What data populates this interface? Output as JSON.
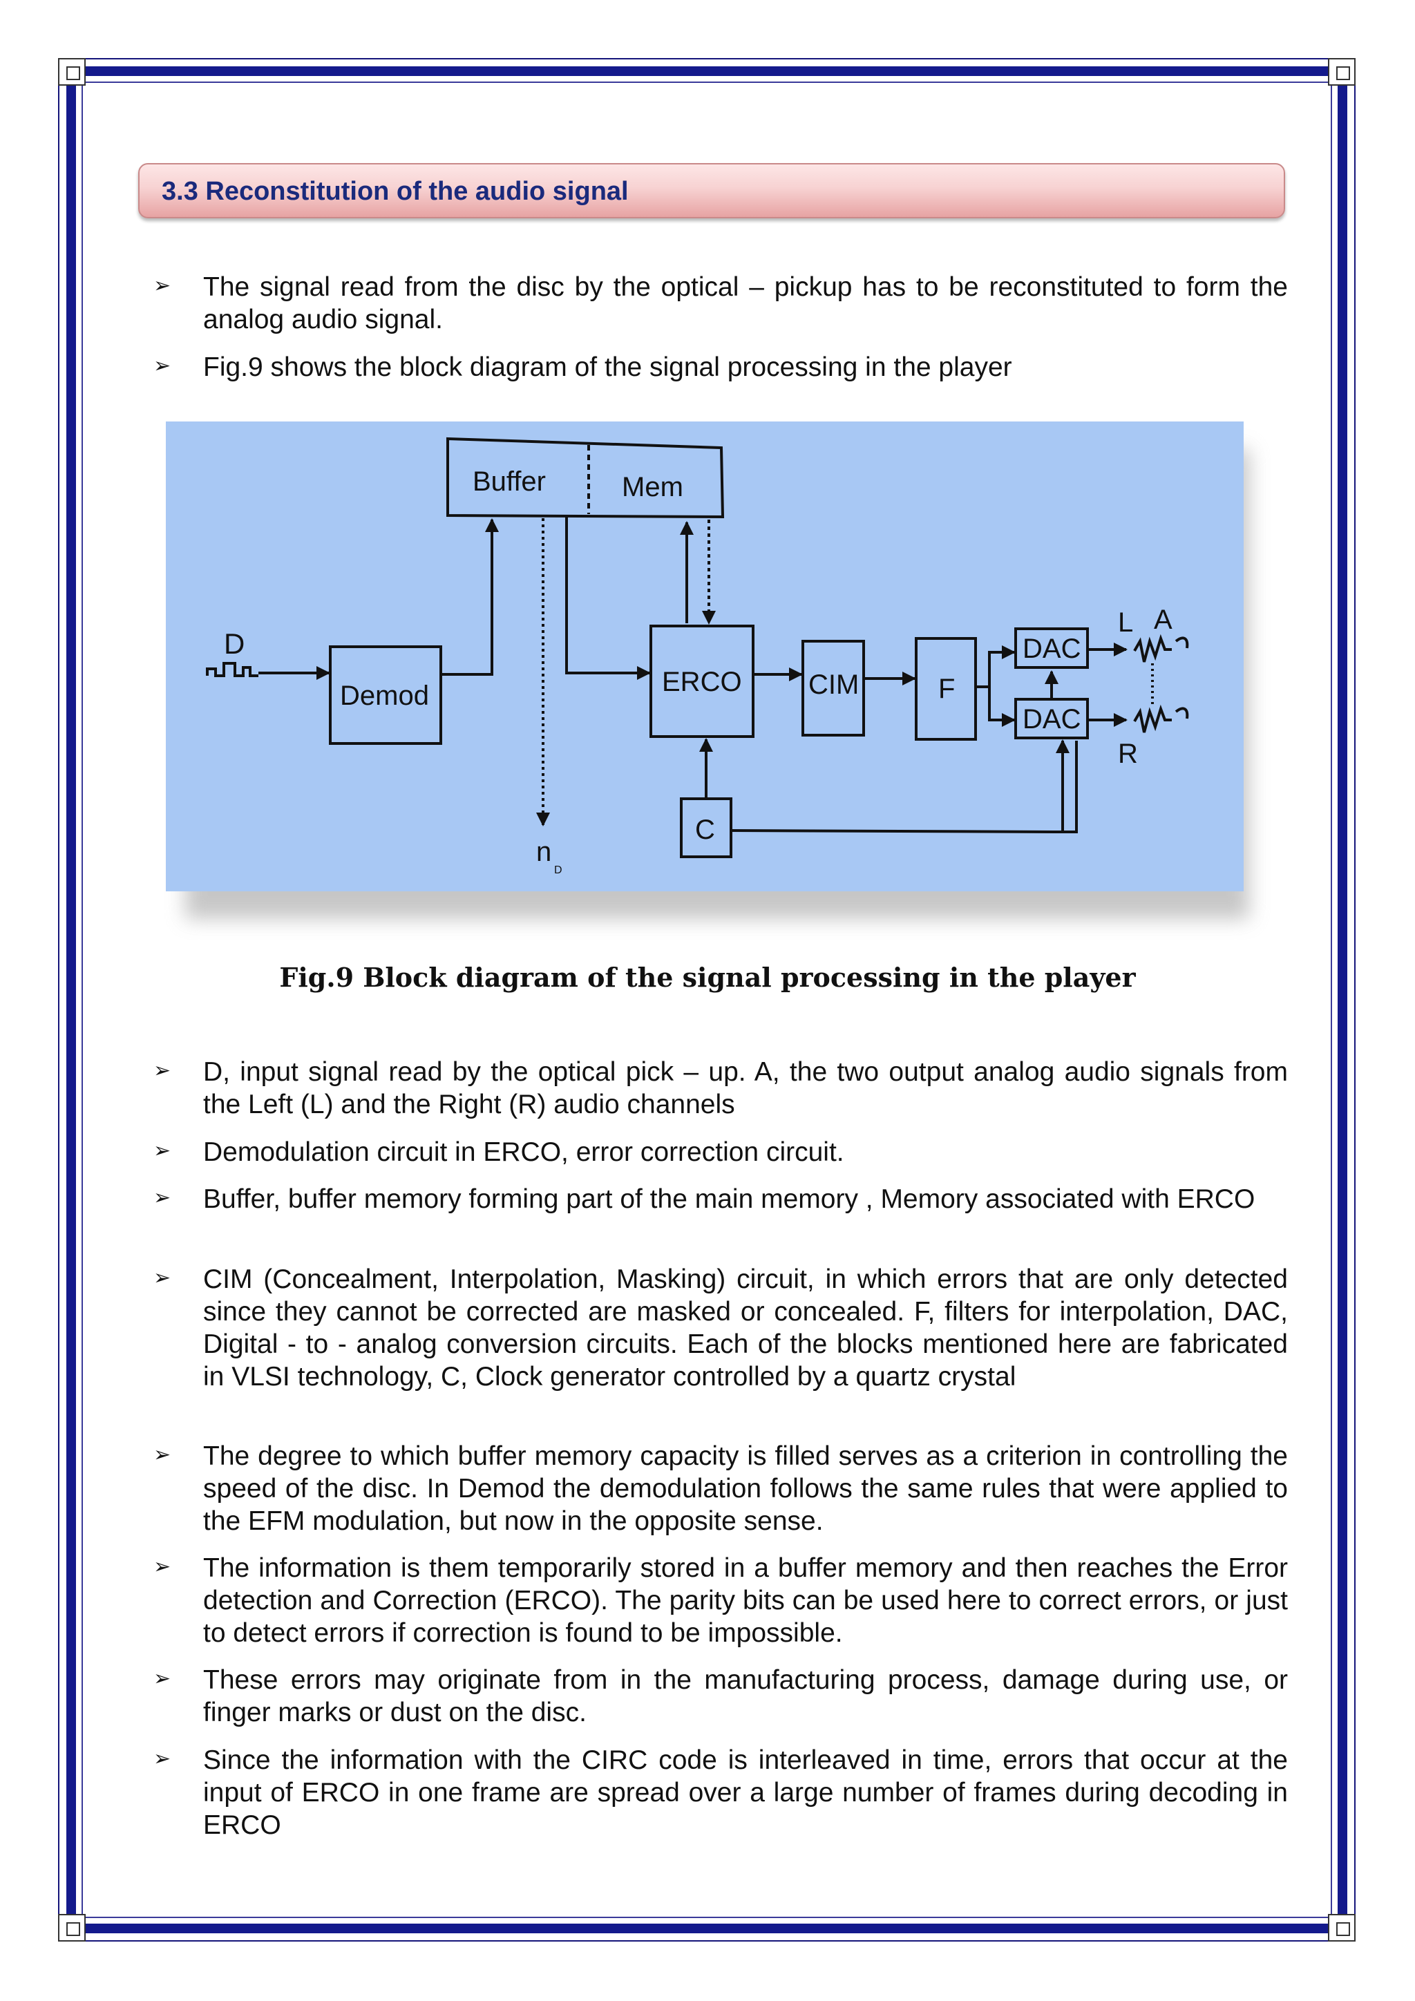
{
  "heading": "3.3 Reconstitution of the audio signal",
  "bullets_top": [
    "The signal read from the disc by the optical – pickup has to be reconstituted to form the analog audio signal.",
    "Fig.9  shows the block diagram of the signal processing in the player"
  ],
  "diagram": {
    "background": "#a8c8f4",
    "labels": {
      "buffer": "Buffer",
      "mem": "Mem",
      "d": "D",
      "demod": "Demod",
      "erco": "ERCO",
      "cim": "CIM",
      "f": "F",
      "dac_top": "DAC",
      "dac_bottom": "DAC",
      "l": "L",
      "a": "A",
      "r": "R",
      "c": "C",
      "n": "n",
      "n_sub": "D"
    }
  },
  "caption": "Fig.9 Block diagram of the signal processing in the player",
  "bullets_bottom": [
    "D, input signal read by the optical pick – up. A, the two output analog audio signals from the Left (L) and the Right (R) audio channels",
    "Demodulation circuit in ERCO, error correction circuit.",
    "Buffer, buffer memory forming part of the main memory , Memory associated with ERCO",
    "CIM (Concealment, Interpolation, Masking) circuit, in which errors that are only detected since they cannot be corrected are masked or concealed. F, filters for interpolation, DAC, Digital - to - analog conversion circuits. Each of the blocks mentioned here are fabricated in VLSI technology, C, Clock generator controlled by a quartz crystal",
    "The degree to which buffer memory capacity is filled serves as a criterion in controlling the speed of the disc. In Demod the demodulation follows the same rules that were applied to the EFM modulation, but now in the opposite sense.",
    "The information is them temporarily stored in a buffer memory and then reaches the Error detection and Correction (ERCO). The parity bits can be used here to correct errors, or just to detect errors if correction is found to be impossible.",
    "These errors may originate from in the manufacturing process, damage during use, or finger marks or dust on the disc.",
    "Since the information with the CIRC code is interleaved in time, errors that occur at the input of ERCO in one frame are spread over a large number of frames during decoding in ERCO"
  ]
}
